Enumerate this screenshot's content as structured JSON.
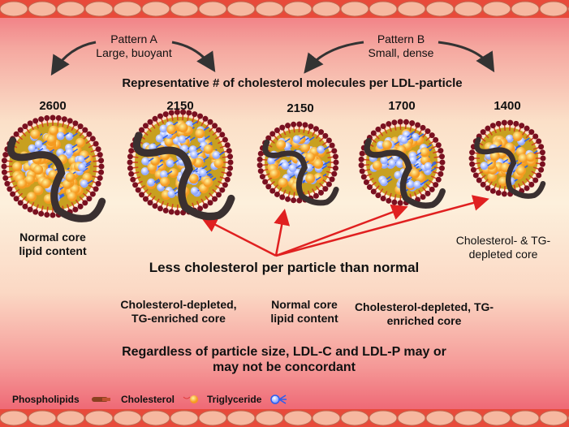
{
  "patterns": [
    {
      "title": "Pattern A",
      "subtitle": "Large, buoyant"
    },
    {
      "title": "Pattern B",
      "subtitle": "Small, dense"
    }
  ],
  "heading": "Representative # of cholesterol molecules per LDL-particle",
  "counts": [
    "2600",
    "2150",
    "2150",
    "1700",
    "1400"
  ],
  "labels": {
    "normal_left": "Normal core lipid content",
    "depleted_right": "Cholesterol- & TG-depleted core",
    "less": "Less cholesterol per particle than normal",
    "tg_enriched_1": "Cholesterol-depleted, TG-enriched core",
    "normal_mid": "Normal core lipid content",
    "tg_enriched_2": "Cholesterol-depleted, TG-enriched core",
    "conclusion": "Regardless of particle size, LDL-C and LDL-P may or may not be concordant"
  },
  "legend": [
    {
      "label": "Phospholipids",
      "icon": "phospholipid-icon"
    },
    {
      "label": "Cholesterol",
      "icon": "cholesterol-icon"
    },
    {
      "label": "Triglyceride",
      "icon": "triglyceride-icon"
    }
  ],
  "colors": {
    "arrow_red": "#e02020",
    "phospholipid": "#7a1020",
    "cholesterol": "#f7b030",
    "triglyceride": "#3a6ef0"
  }
}
